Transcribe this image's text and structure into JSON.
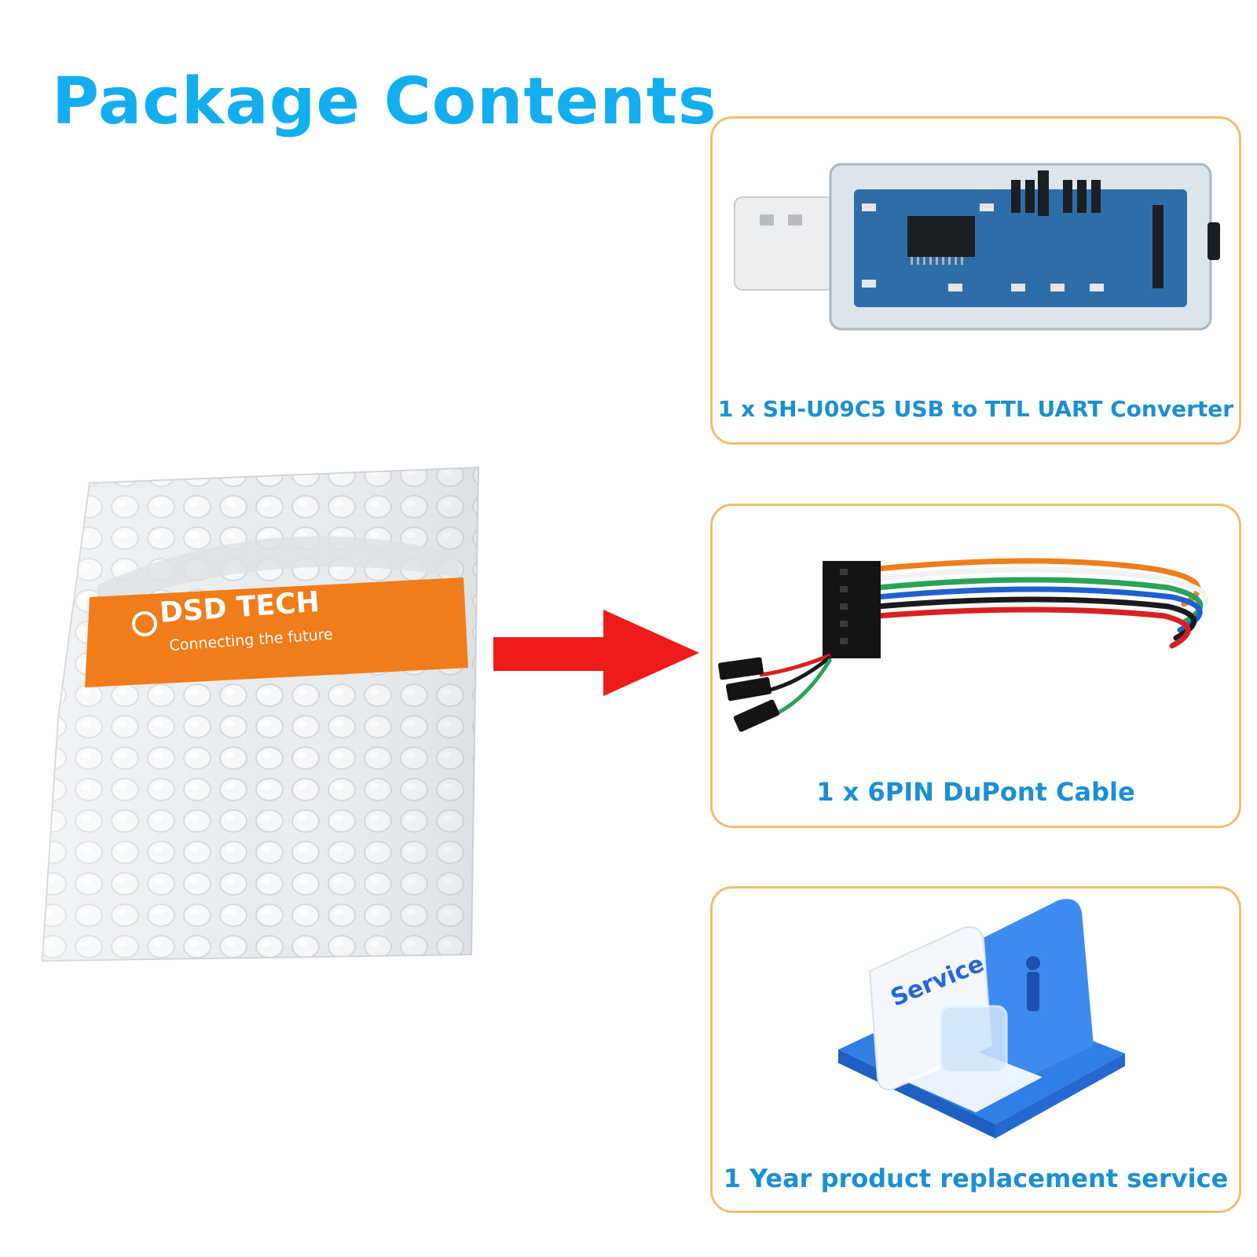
{
  "page": {
    "title": "Package Contents",
    "accent_color": "#12aef0",
    "card_border_color": "#f3bd6c",
    "label_color": "#1b8fd4"
  },
  "package": {
    "brand": "DSD TECH",
    "tagline": "Connecting the future",
    "band_color": "#f07d1a"
  },
  "items": [
    {
      "label": "1 x  SH-U09C5 USB to TTL UART Converter",
      "icon": "usb-uart-converter-icon"
    },
    {
      "label": "1 x 6PIN DuPont Cable",
      "icon": "dupont-cable-icon"
    },
    {
      "label": "1 Year  product replacement service",
      "icon": "service-icon",
      "badge": "Service"
    }
  ],
  "arrow_color": "#ef1a1a"
}
